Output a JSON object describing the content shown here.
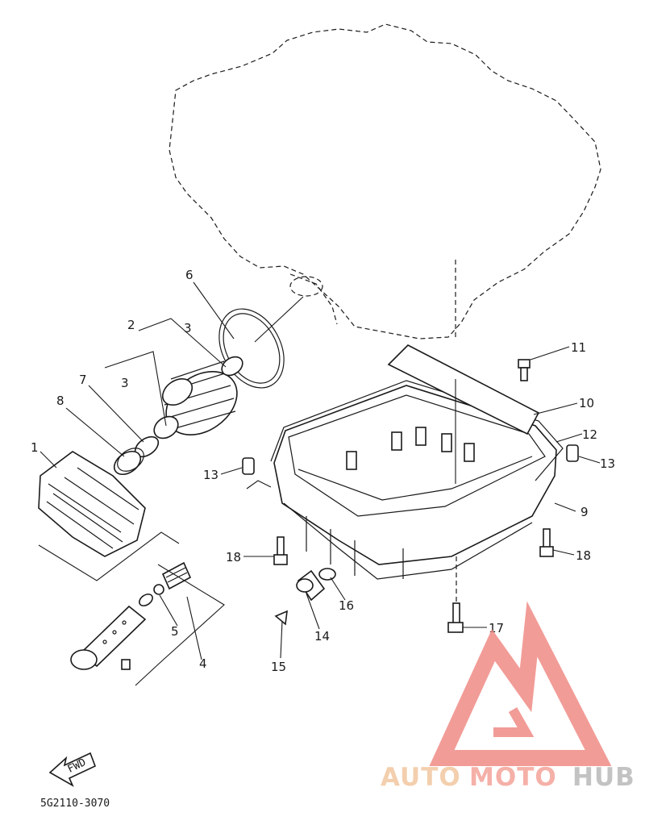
{
  "diagram": {
    "callouts": [
      "1",
      "2",
      "3",
      "3",
      "4",
      "5",
      "6",
      "7",
      "8",
      "9",
      "10",
      "11",
      "12",
      "13",
      "13",
      "14",
      "15",
      "16",
      "17",
      "18",
      "18"
    ],
    "fwd_label": "FWD",
    "code": "5G2110-3070"
  },
  "watermark": {
    "part1": "AUTO",
    "part2": "MOTO",
    "part3": "HUB",
    "colors": {
      "auto": "#f2c7a0",
      "moto": "#f4a39a",
      "hub": "#b9b9b9",
      "logo": "#f08b86"
    }
  }
}
